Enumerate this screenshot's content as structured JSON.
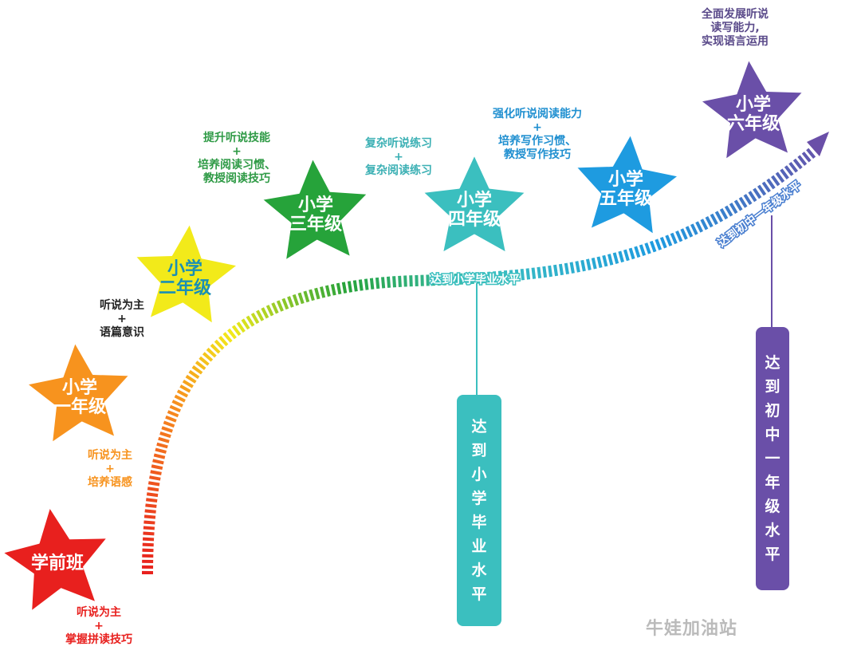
{
  "stages": [
    {
      "label": [
        "学前班"
      ],
      "color": "#e8201e",
      "note": [
        "听说为主",
        "+",
        "掌握拼读技巧"
      ],
      "note_color": "#e8201e"
    },
    {
      "label": [
        "小学",
        "一年级"
      ],
      "color": "#f7931e",
      "note": [
        "听说为主",
        "+",
        "培养语感"
      ],
      "note_color": "#f7931e"
    },
    {
      "label": [
        "小学",
        "二年级"
      ],
      "color": "#f2ea1a",
      "text_color": "#1a8fb4",
      "note": [
        "听说为主",
        "+",
        "语篇意识"
      ],
      "note_color": "#222222"
    },
    {
      "label": [
        "小学",
        "三年级"
      ],
      "color": "#26a33a",
      "note": [
        "提升听说技能",
        "+",
        "培养阅读习惯、",
        "教授阅读技巧"
      ],
      "note_color": "#2e9a45"
    },
    {
      "label": [
        "小学",
        "四年级"
      ],
      "color": "#3bbfbf",
      "note": [
        "复杂听说练习",
        "+",
        "复杂阅读练习"
      ],
      "note_color": "#3bb0b4"
    },
    {
      "label": [
        "小学",
        "五年级"
      ],
      "color": "#1e9be0",
      "note": [
        "强化听说阅读能力",
        "+",
        "培养写作习惯、",
        "教授写作技巧"
      ],
      "note_color": "#1f8fd0"
    },
    {
      "label": [
        "小学",
        "六年级"
      ],
      "color": "#6a4fa8",
      "note": [
        "全面发展听说",
        "读写能力,",
        "实现语言运用"
      ],
      "note_color": "#5a4a8a"
    }
  ],
  "curve_labels": {
    "primary_grad": "达到小学毕业水平",
    "junior_one": "达到初中一年级水平"
  },
  "milestones": [
    {
      "text": "达到小学毕业水平",
      "color": "#3bbfbf"
    },
    {
      "text": "达到初中一年级水平",
      "color": "#6a4fa8"
    }
  ],
  "watermark": "牛娃加油站"
}
